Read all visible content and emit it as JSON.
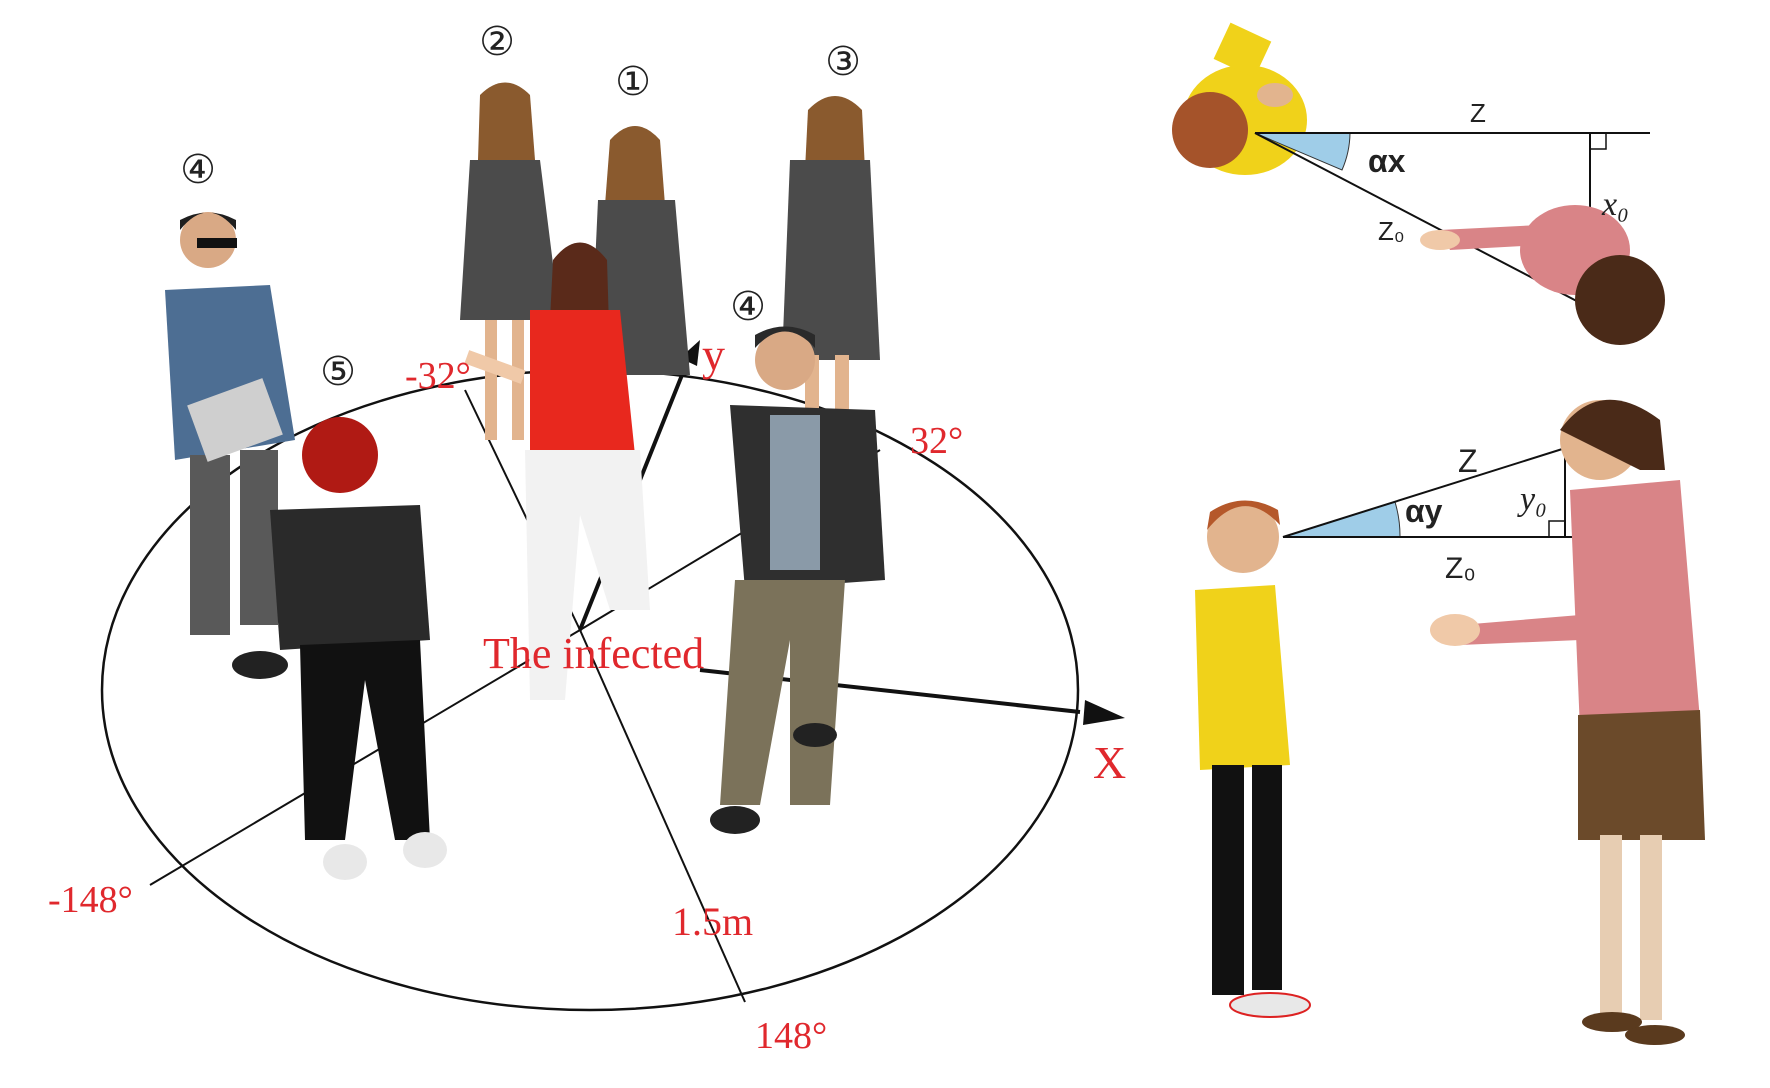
{
  "scene": {
    "infected_label": "The infected",
    "axis_x_label": "X",
    "axis_y_label": "y",
    "radius_label": "1.5m",
    "angles": {
      "neg32": "-32°",
      "pos32": "32°",
      "neg148": "-148°",
      "pos148": "148°"
    },
    "markers": {
      "m1": "①",
      "m2": "②",
      "m3": "③",
      "m4a": "④",
      "m4b": "④",
      "m5": "⑤"
    }
  },
  "top_view": {
    "z_label": "Z",
    "z0_label": "Z₀",
    "x0_label": "x₀",
    "alpha_label": "αx"
  },
  "side_view": {
    "z_label": "Z",
    "z0_label": "Z₀",
    "y0_label": "y₀",
    "alpha_label": "αy"
  },
  "colors": {
    "label_red": "#e0282d",
    "angle_fill": "#9fcde8",
    "red_shirt": "#e8281e",
    "yellow_shirt": "#f0d21a",
    "pink_shirt": "#d98487",
    "blue_jacket": "#4d6e93"
  }
}
